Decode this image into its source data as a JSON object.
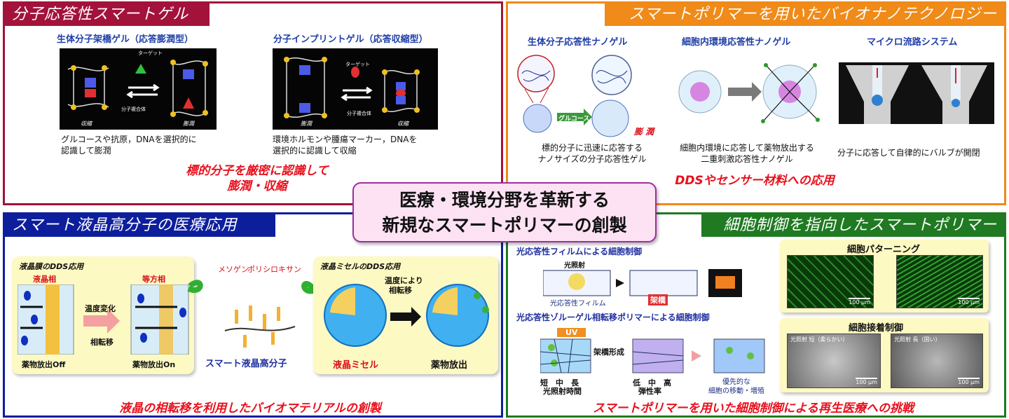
{
  "center": {
    "line1": "医療・環境分野を革新する",
    "line2": "新規なスマートポリマーの創製"
  },
  "panel1": {
    "title": "分子応答性スマートゲル",
    "left_head": "生体分子架橋ゲル（応答膨潤型）",
    "right_head": "分子インプリントゲル（応答収縮型）",
    "left_labels": {
      "target": "ターゲット",
      "complex": "分子複合体",
      "shrink": "収縮",
      "swell": "膨潤"
    },
    "right_labels": {
      "target": "ターゲット",
      "complex": "分子複合体",
      "swell": "膨潤",
      "shrink": "収縮"
    },
    "left_caption_1": "グルコースや抗原，DNAを選択的に",
    "left_caption_2": "認識して膨潤",
    "right_caption_1": "環境ホルモンや腫瘍マーカー，DNAを",
    "right_caption_2": "選択的に認識して収縮",
    "summary_1": "標的分子を厳密に認識して",
    "summary_2": "膨潤・収縮"
  },
  "panel2": {
    "title": "スマートポリマーを用いたバイオナノテクノロジー",
    "col1_head": "生体分子応答性ナノゲル",
    "col2_head": "細胞内環境応答性ナノゲル",
    "col3_head": "マイクロ流路システム",
    "glucose": "グルコース",
    "swell": "膨 潤",
    "col1_caption_1": "標的分子に迅速に応答する",
    "col1_caption_2": "ナノサイズの分子応答性ゲル",
    "col2_caption_1": "細胞内環境に応答して薬物放出する",
    "col2_caption_2": "二重刺激応答性ナノゲル",
    "col3_caption": "分子に応答して自律的にバルブが開閉",
    "summary": "DDSやセンサー材料への応用"
  },
  "panel3": {
    "title": "スマート液晶高分子の医療応用",
    "box1_head": "液晶膜のDDS応用",
    "lc_phase": "液晶相",
    "iso_phase": "等方相",
    "temp_change": "温度変化",
    "phase_trans": "相転移",
    "release_off": "薬物放出Off",
    "release_on": "薬物放出On",
    "mesogen": "メソゲン",
    "polysiloxane": "ポリシロキサン",
    "polymer_label": "スマート液晶高分子",
    "box2_head": "液晶ミセルのDDS応用",
    "temp_by_1": "温度により",
    "temp_by_2": "相転移",
    "lc_micelle": "液晶ミセル",
    "drug_release": "薬物放出",
    "summary": "液晶の相転移を利用したバイオマテリアルの創製"
  },
  "panel4": {
    "title": "細胞制御を指向したスマートポリマー",
    "film_head": "光応答性フィルムによる細胞制御",
    "light": "光照射",
    "film_label": "光応答性フィルム",
    "crosslink": "架橋",
    "solgel_head": "光応答性ゾルーゲル相転移ポリマーによる細胞制御",
    "uv": "UV",
    "crosslink_form": "架橋形成",
    "scale_short": "短　中　長",
    "time_label": "光照射時間",
    "scale_low": "低　中　高",
    "elastic": "弾性率",
    "preferential_1": "優先的な",
    "preferential_2": "細胞の移動・増殖",
    "patterning": "細胞パターニング",
    "adhesion": "細胞接着制御",
    "scale_bar": "100 μm",
    "short_soft": "光照射 短（柔らかい）",
    "long_hard": "光照射 長（固い）",
    "summary": "スマートポリマーを用いた細胞制御による再生医療への挑戦"
  },
  "colors": {
    "panel1": "#a3123a",
    "panel2": "#f08a18",
    "panel3": "#0d1e9c",
    "panel4": "#1f7a22",
    "accent_red": "#e8101c"
  }
}
